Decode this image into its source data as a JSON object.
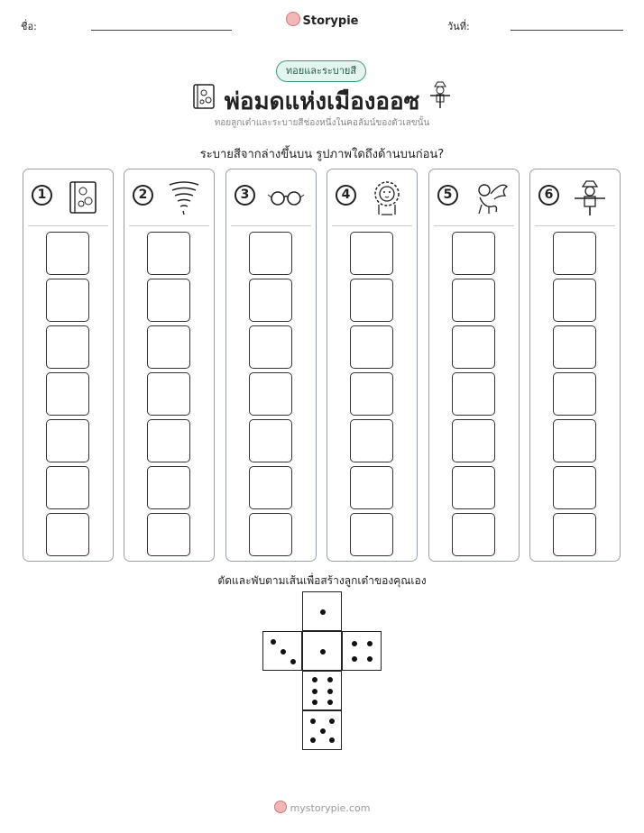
{
  "header": {
    "name_label": "ชื่อ:",
    "brand": "Storypie",
    "date_label": "วันที่:"
  },
  "badge": "ทอยและระบายสี",
  "title": "พ่อมดแห่งเมืองออซ",
  "subtitle": "ทอยลูกเต๋าและระบายสีช่องหนึ่งในคอลัมน์ของตัวเลขนั้น",
  "question": "ระบายสีจากล่างขึ้นบน รูปภาพใดถึงด้านบนก่อน?",
  "columns": [
    {
      "number": "1",
      "icon": "book-icon"
    },
    {
      "number": "2",
      "icon": "tornado-icon"
    },
    {
      "number": "3",
      "icon": "glasses-icon"
    },
    {
      "number": "4",
      "icon": "lion-icon"
    },
    {
      "number": "5",
      "icon": "flying-monkey-icon"
    },
    {
      "number": "6",
      "icon": "scarecrow-icon"
    }
  ],
  "boxes_per_column": 7,
  "instruction": "ตัดและพับตามเส้นเพื่อสร้างลูกเต๋าของคุณเอง",
  "dice_faces": [
    1,
    3,
    4,
    6,
    5
  ],
  "footer": "mystorypie.com"
}
